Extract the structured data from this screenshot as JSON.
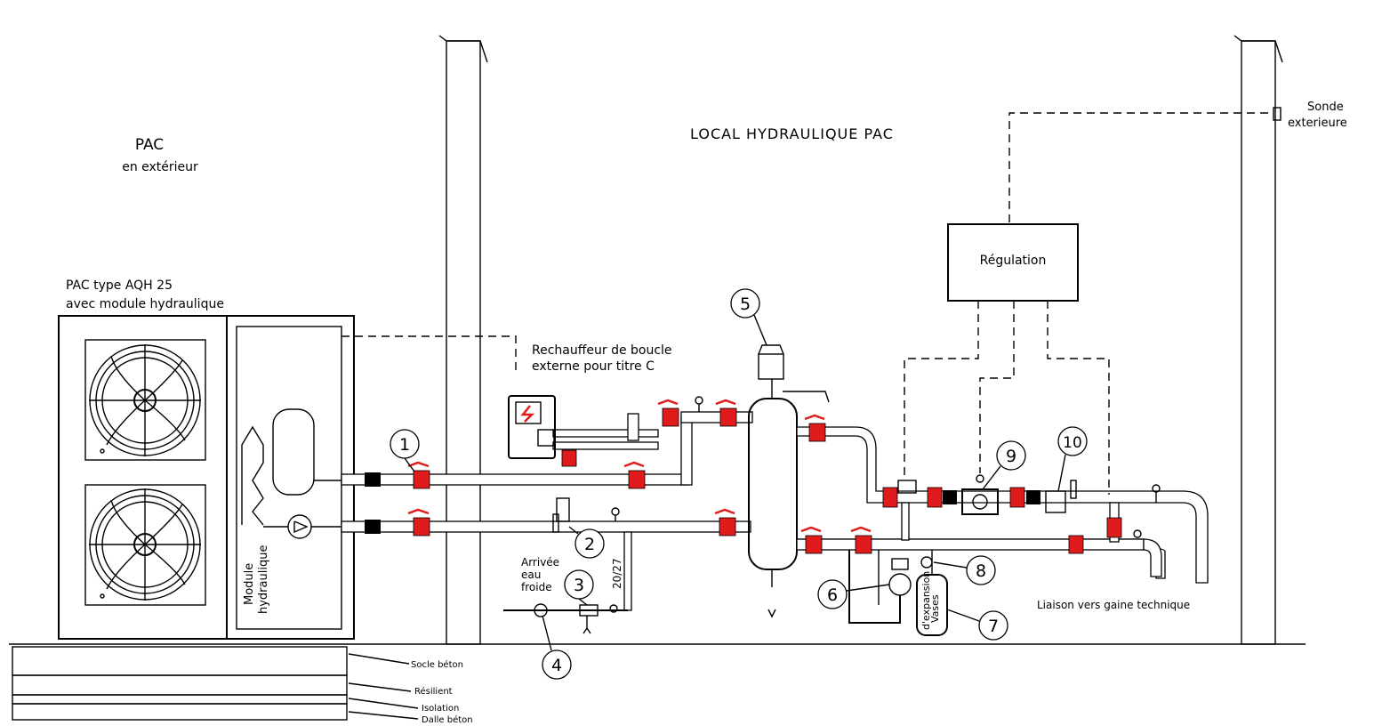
{
  "labels": {
    "pac_title": "PAC",
    "pac_subtitle": "en extérieur",
    "local_title": "LOCAL HYDRAULIQUE PAC",
    "pac_type_line1": "PAC type AQH 25",
    "pac_type_line2": "avec module hydraulique",
    "module_line1": "Module",
    "module_line2": "hydraulique",
    "heater_line1": "Rechauffeur de boucle",
    "heater_line2": "externe pour titre C",
    "regulation": "Régulation",
    "sonde_line1": "Sonde",
    "sonde_line2": "exterieure",
    "water_line1": "Arrivée",
    "water_line2": "eau",
    "water_line3": "froide",
    "pipe_size": "20/27",
    "vases_line1": "Vases",
    "vases_line2": "d'expansion",
    "liaison": "Liaison  vers gaine technique",
    "socle": "Socle béton",
    "resilient": "Résilient",
    "isolation": "Isolation",
    "dalle": "Dalle béton"
  },
  "callouts": [
    "1",
    "2",
    "3",
    "4",
    "5",
    "6",
    "7",
    "8",
    "9",
    "10"
  ],
  "colors": {
    "valve": "#e01b1b",
    "line": "#000000",
    "background": "#ffffff"
  }
}
